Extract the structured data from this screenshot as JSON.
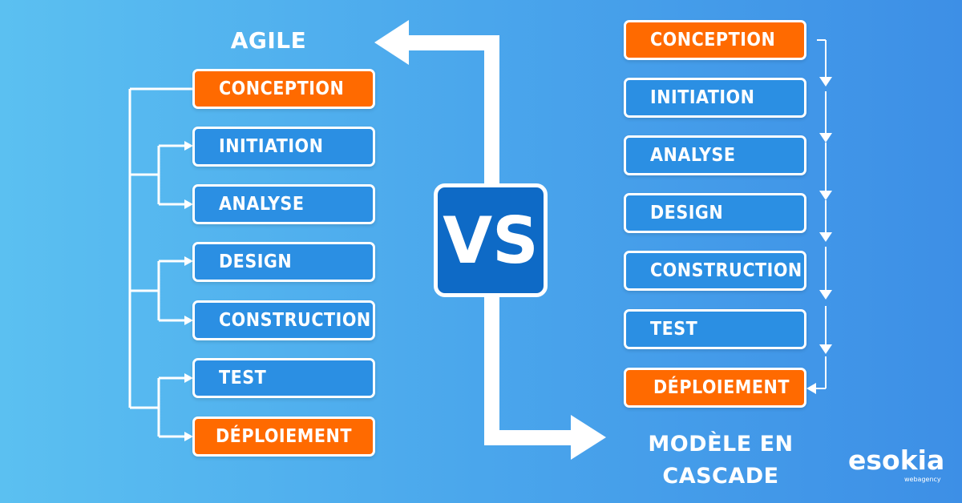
{
  "agile": {
    "title": "AGILE",
    "steps": [
      "CONCEPTION",
      "INITIATION",
      "ANALYSE",
      "DESIGN",
      "CONSTRUCTION",
      "TEST",
      "DÉPLOIEMENT"
    ]
  },
  "cascade": {
    "title_line1": "MODÈLE EN",
    "title_line2": "CASCADE",
    "steps": [
      "CONCEPTION",
      "INITIATION",
      "ANALYSE",
      "DESIGN",
      "CONSTRUCTION",
      "TEST",
      "DÉPLOIEMENT"
    ]
  },
  "vs_label": "VS",
  "logo": {
    "name": "esokia",
    "tagline": "webagency"
  },
  "colors": {
    "orange": "#ff6a00",
    "blue": "#2b8fe3",
    "vs_bg": "#0e6ac6"
  }
}
